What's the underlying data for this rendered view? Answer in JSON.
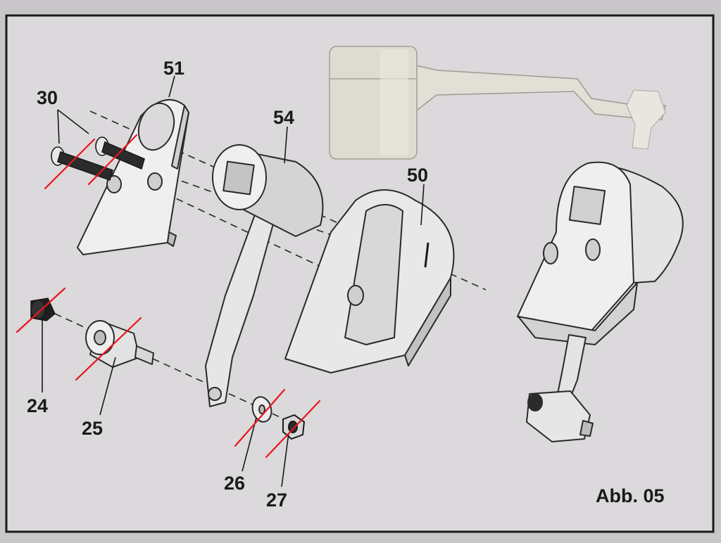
{
  "figure": {
    "caption": "Abb. 05"
  },
  "labels": {
    "p30": "30",
    "p51": "51",
    "p54": "54",
    "p50": "50",
    "p24": "24",
    "p25": "25",
    "p26": "26",
    "p27": "27"
  },
  "colors": {
    "background": "#c9c6c9",
    "paper": "#dcd9dc",
    "frame": "#1a1a1a",
    "part_fill": "#ededed",
    "part_shade": "#c6c6c6",
    "photo_part": "#e2e0d6",
    "outline": "#2a2a2a",
    "strike": "#e8161c"
  }
}
